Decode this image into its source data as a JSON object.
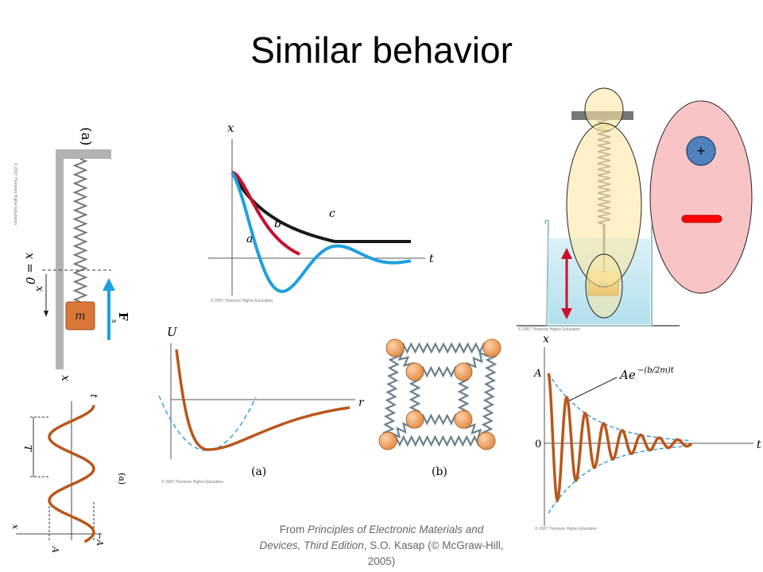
{
  "slide": {
    "title": "Similar behavior",
    "credit": {
      "prefix": "From ",
      "book": "Principles of Electronic Materials and Devices, Third Edition",
      "suffix": ", S.O. Kasap (© McGraw-Hill, 2005)"
    }
  },
  "copyright": "© 2007 Thomson Higher Education",
  "spring_panel": {
    "label_a": "(a)",
    "zero_label": "x = 0",
    "x_label": "x",
    "mass_label": "m",
    "force_label": "F",
    "force_sub": "s",
    "axis_x": "x"
  },
  "sho_plot": {
    "t_label": "t",
    "period_label": "T",
    "amp_label": "A",
    "neg_amp_label": "−A",
    "x_label": "x",
    "panel_label": "(a)"
  },
  "damping_plot": {
    "x_label": "x",
    "t_label": "t",
    "curve_a": "a",
    "curve_b": "b",
    "curve_c": "c"
  },
  "potential_plot": {
    "u_label": "U",
    "r_label": "r",
    "panel_label": "(a)"
  },
  "lattice": {
    "panel_label": "(b)"
  },
  "decay_plot": {
    "x_label": "x",
    "t_label": "t",
    "amp_label": "A",
    "zero_label": "0",
    "envelope": "Ae",
    "envelope_exp": "−(b/2m)t"
  },
  "beaker": {
    "mass_label": "m"
  },
  "dipole": {
    "plus": "+"
  },
  "colors": {
    "orange": "#b8571b",
    "blue": "#1ea0dd",
    "red": "#c8102e",
    "black": "#1a1a1a",
    "dashed_blue": "#3aa0d8"
  }
}
